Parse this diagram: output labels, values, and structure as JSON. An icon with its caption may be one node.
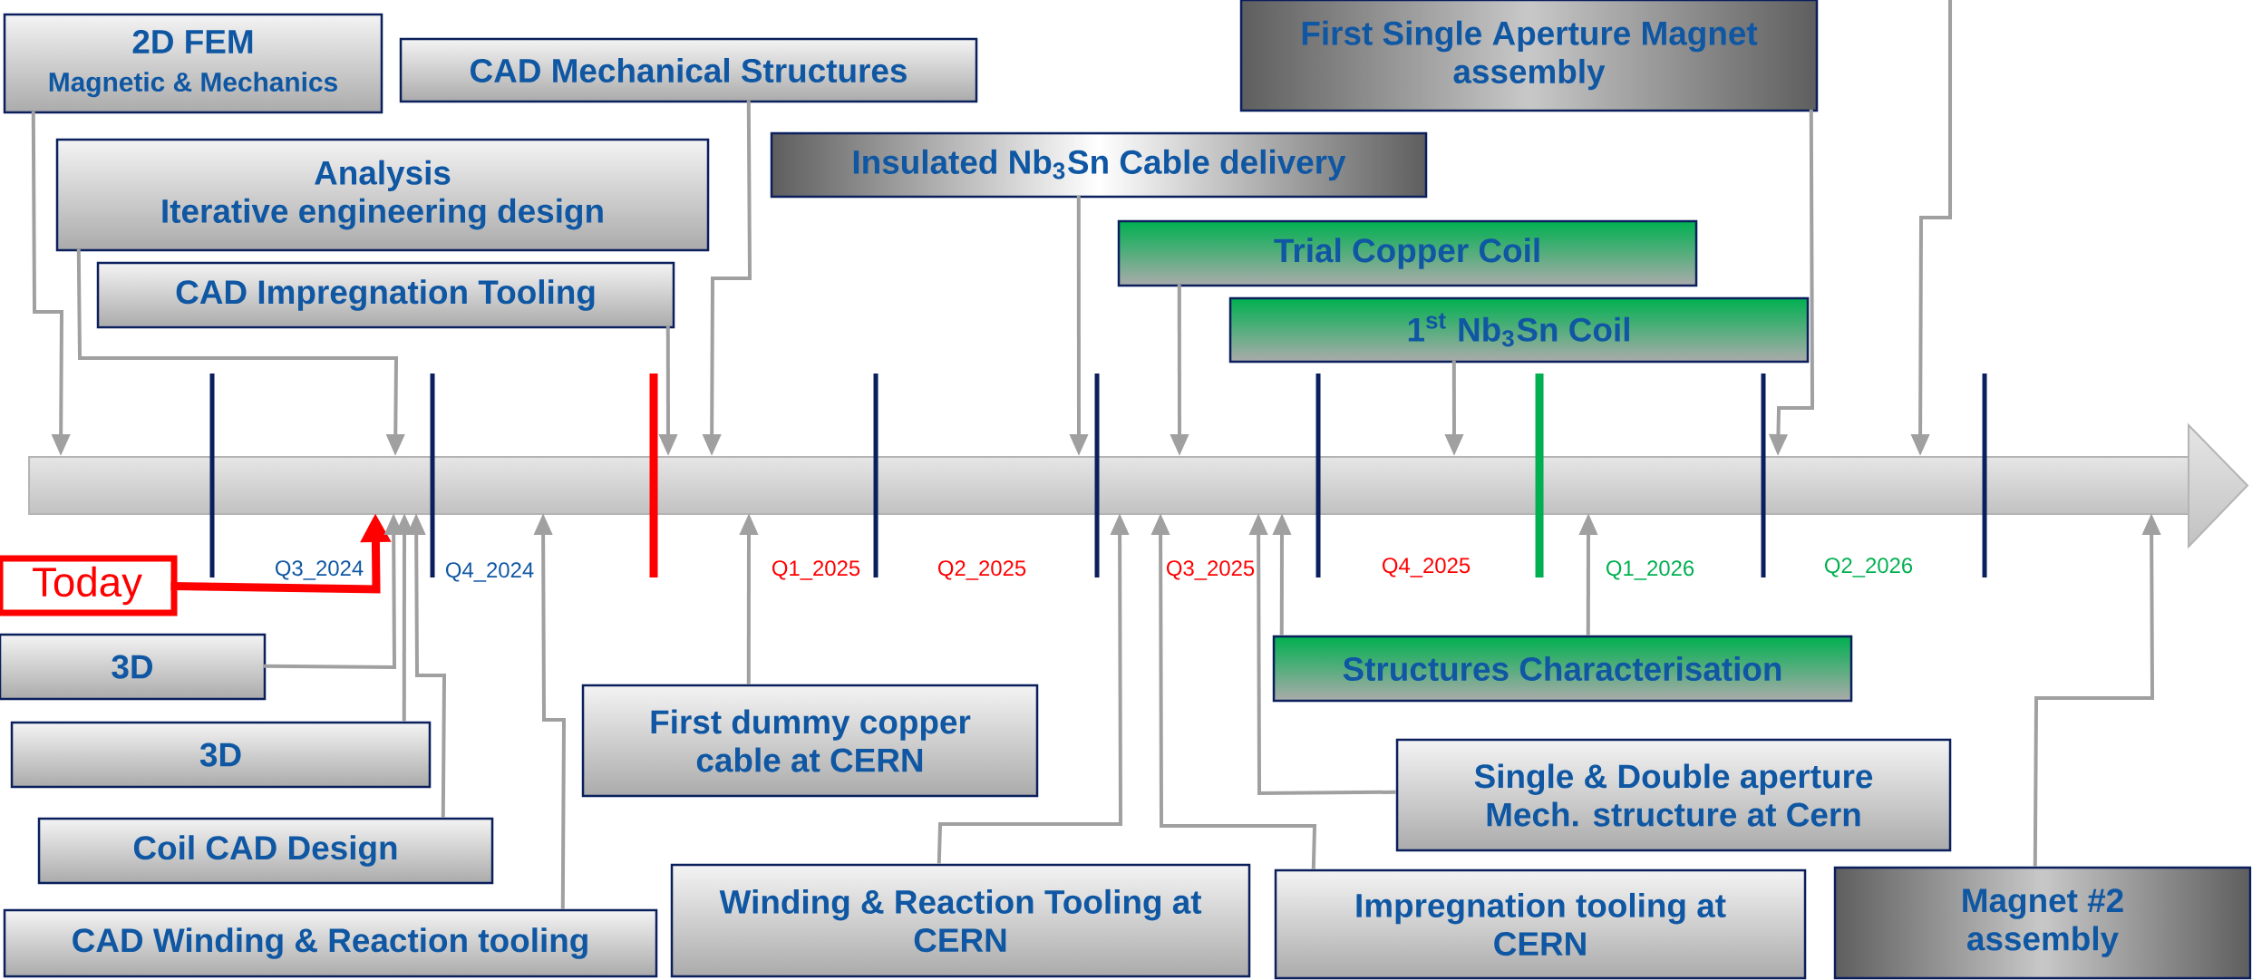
{
  "diagram": {
    "nodes": [
      {
        "text": [
          "2D FEM",
          "Magnetic & Mechanics"
        ]
      },
      {
        "text": [
          "CAD Mechanical Structures"
        ]
      },
      {
        "text": [
          "Analysis",
          "Iterative engineering design"
        ]
      },
      {
        "text": [
          "CAD Impregnation Tooling"
        ]
      },
      {
        "text": [
          "Insulated Nb$_{3}$Sn Cable delivery"
        ]
      },
      {
        "text": [
          "First Single Aperture Magnet assembly"
        ]
      },
      {
        "text": [
          "Trial Copper Coil"
        ]
      },
      {
        "text": [
          "1$^{st}$ Nb$_{3}$Sn Coil"
        ]
      },
      {
        "text": [
          "Today"
        ]
      },
      {
        "text": [
          "3D"
        ]
      },
      {
        "text": [
          "3D"
        ]
      },
      {
        "text": [
          "Coil CAD Design"
        ]
      },
      {
        "text": [
          "CAD Winding & Reaction tooling"
        ]
      },
      {
        "text": [
          "First dummy copper cable at CERN"
        ]
      },
      {
        "text": [
          "Winding & Reaction Tooling at CERN"
        ]
      },
      {
        "text": [
          "Structures Characterisation"
        ]
      },
      {
        "text": [
          "Single & Double aperture Mech. structure at Cern"
        ]
      },
      {
        "text": [
          "Impregnation tooling at CERN"
        ]
      },
      {
        "text": [
          "Magnet #2 assembly"
        ]
      },
      {
        "text": [],
        "shape": "arrow"
      }
    ],
    "edges": [
      {
        "from": 0,
        "to": 19,
        "arrow": "to"
      },
      {
        "from": 2,
        "to": 19,
        "arrow": "to"
      },
      {
        "from": 3,
        "to": 19,
        "arrow": "to"
      },
      {
        "from": 1,
        "to": 19,
        "arrow": "to"
      },
      {
        "from": 4,
        "to": 19,
        "arrow": "to"
      },
      {
        "from": 6,
        "to": 19,
        "arrow": "to"
      },
      {
        "from": 7,
        "to": 19,
        "arrow": "to"
      },
      {
        "from": 5,
        "to": 19,
        "arrow": "to"
      },
      {
        "from": null,
        "to": 19,
        "arrow": "to"
      },
      {
        "from": 8,
        "to": 19,
        "arrow": "to",
        "style": "thick",
        "color": "#ff0000"
      },
      {
        "from": 9,
        "to": 19,
        "arrow": "to"
      },
      {
        "from": 10,
        "to": 19,
        "arrow": "to"
      },
      {
        "from": 11,
        "to": 19,
        "arrow": "to"
      },
      {
        "from": 12,
        "to": 19,
        "arrow": "to"
      },
      {
        "from": 13,
        "to": 19,
        "arrow": "to"
      },
      {
        "from": 14,
        "to": 19,
        "arrow": "to"
      },
      {
        "from": 17,
        "to": 19,
        "arrow": "to"
      },
      {
        "from": 16,
        "to": 19,
        "arrow": "to"
      },
      {
        "from": 15,
        "to": 19,
        "arrow": "to"
      },
      {
        "from": 15,
        "to": 19,
        "arrow": "to"
      },
      {
        "from": 18,
        "to": 19,
        "arrow": "to"
      }
    ],
    "labels": [
      "Q3_2024",
      "Q4_2024",
      "Q1_2025",
      "Q2_2025",
      "Q3_2025",
      "Q4_2025",
      "Q1_2026",
      "Q2_2026"
    ]
  }
}
